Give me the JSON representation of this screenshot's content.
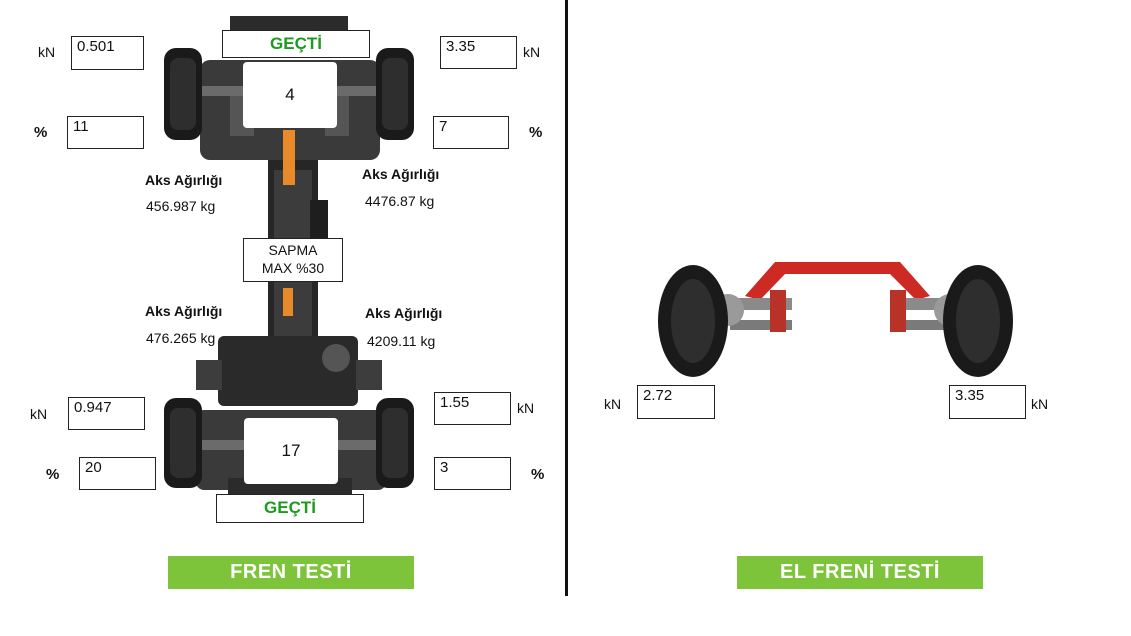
{
  "brake_test": {
    "title": "FREN TESTİ",
    "front": {
      "status": "GEÇTİ",
      "center_value": "4",
      "left_kn": "0.501",
      "right_kn": "3.35",
      "left_pct": "11",
      "right_pct": "7",
      "left_axle_label": "Aks Ağırlığı",
      "left_axle_weight": "456.987  kg",
      "right_axle_label": "Aks Ağırlığı",
      "right_axle_weight": "4476.87  kg"
    },
    "deviation": {
      "line1": "SAPMA",
      "line2": "MAX %30"
    },
    "rear": {
      "status": "GEÇTİ",
      "center_value": "17",
      "left_kn": "0.947",
      "right_kn": "1.55",
      "left_pct": "20",
      "right_pct": "3",
      "left_axle_label": "Aks Ağırlığı",
      "left_axle_weight": "476.265  kg",
      "right_axle_label": "Aks Ağırlığı",
      "right_axle_weight": "4209.11  kg"
    },
    "unit_kn": "kN",
    "unit_pct": "%"
  },
  "hand_brake_test": {
    "title": "EL FRENİ TESTİ",
    "left_kn": "2.72",
    "right_kn": "3.35",
    "unit_kn": "kN"
  },
  "colors": {
    "pass_green": "#1d9b1d",
    "button_green": "#7dc43b",
    "spine_orange": "#e88a2a",
    "arm_red": "#cc2a22"
  }
}
